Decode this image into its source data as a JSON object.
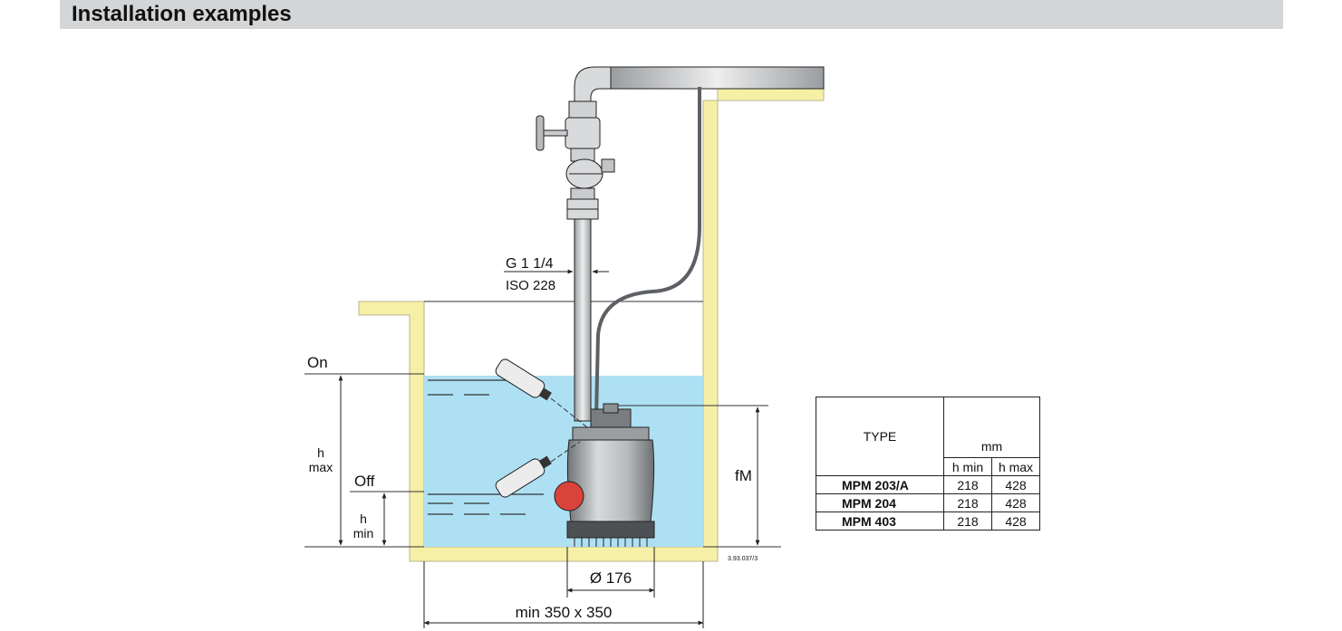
{
  "header": {
    "title": "Installation examples"
  },
  "diagram": {
    "pipe_thread": "G 1 1/4",
    "pipe_standard": "ISO 228",
    "level_on": "On",
    "level_off": "Off",
    "h_max_top": "h",
    "h_max_bottom": "max",
    "h_min_top": "h",
    "h_min_bottom": "min",
    "fm_label": "fM",
    "diameter": "Ø 176",
    "pit_size": "min 350 x 350",
    "drawing_ref": "3.93.037/3",
    "colors": {
      "water": "#aee0f4",
      "wall": "#f5f0a6",
      "float": "#d9433b"
    }
  },
  "table": {
    "type_header": "TYPE",
    "unit_header": "mm",
    "col_min": "h min",
    "col_max": "h max",
    "rows": [
      {
        "name": "MPM 203/A",
        "h_min": "218",
        "h_max": "428"
      },
      {
        "name": "MPM 204",
        "h_min": "218",
        "h_max": "428"
      },
      {
        "name": "MPM 403",
        "h_min": "218",
        "h_max": "428"
      }
    ]
  }
}
